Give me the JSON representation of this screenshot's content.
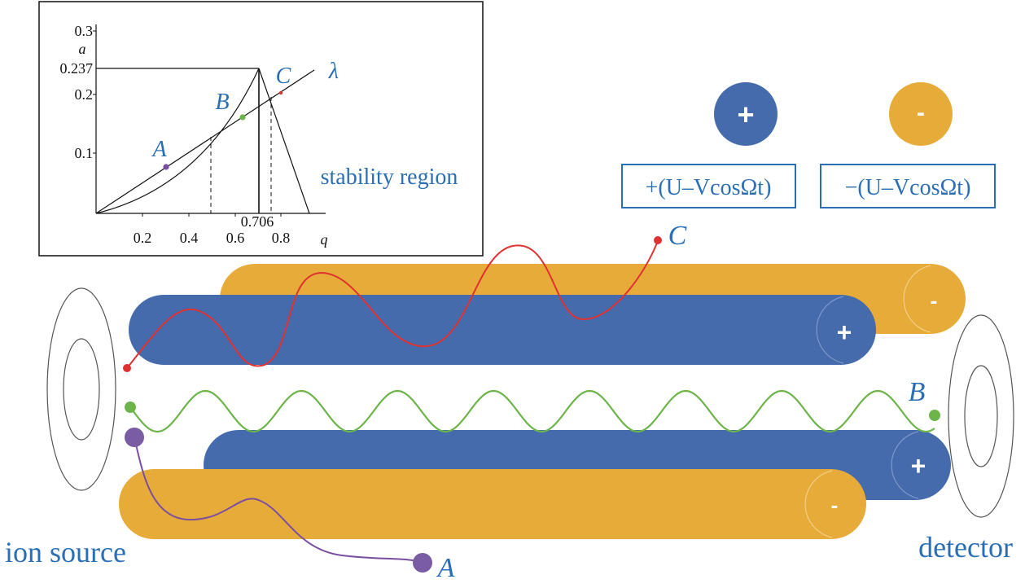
{
  "colors": {
    "blue_rod": "#456bad",
    "blue_rod_cap": "#3e64a8",
    "orange_rod": "#e7ab3a",
    "label_blue": "#2a6fb5",
    "red_path": "#e03131",
    "green_path": "#6db44a",
    "purple_path": "#7a4ea0",
    "ring": "#555555"
  },
  "inset": {
    "y_axis_label": "a",
    "x_axis_label": "q",
    "y_ticks": [
      "0.3",
      "0.237",
      "0.2",
      "0.1"
    ],
    "x_ticks": [
      "0.2",
      "0.4",
      "0.6",
      "0.8"
    ],
    "q_marker": "0.706",
    "line_label": "λ",
    "region_label": "stability region",
    "point_labels": {
      "A": "A",
      "B": "B",
      "C": "C"
    },
    "point_colors": {
      "A": "#7a4ea0",
      "B": "#6db44a",
      "C": "#e03131"
    }
  },
  "legend": {
    "plus_sign": "+",
    "minus_sign": "-",
    "plus_voltage": "+(U–VcosΩt)",
    "minus_voltage": "−(U–VcosΩt)"
  },
  "rods": {
    "plus_sign": "+",
    "minus_sign": "-"
  },
  "labels": {
    "ion_source": "ion source",
    "detector": "detector",
    "path_C": "C",
    "path_B": "B",
    "path_A": "A"
  }
}
